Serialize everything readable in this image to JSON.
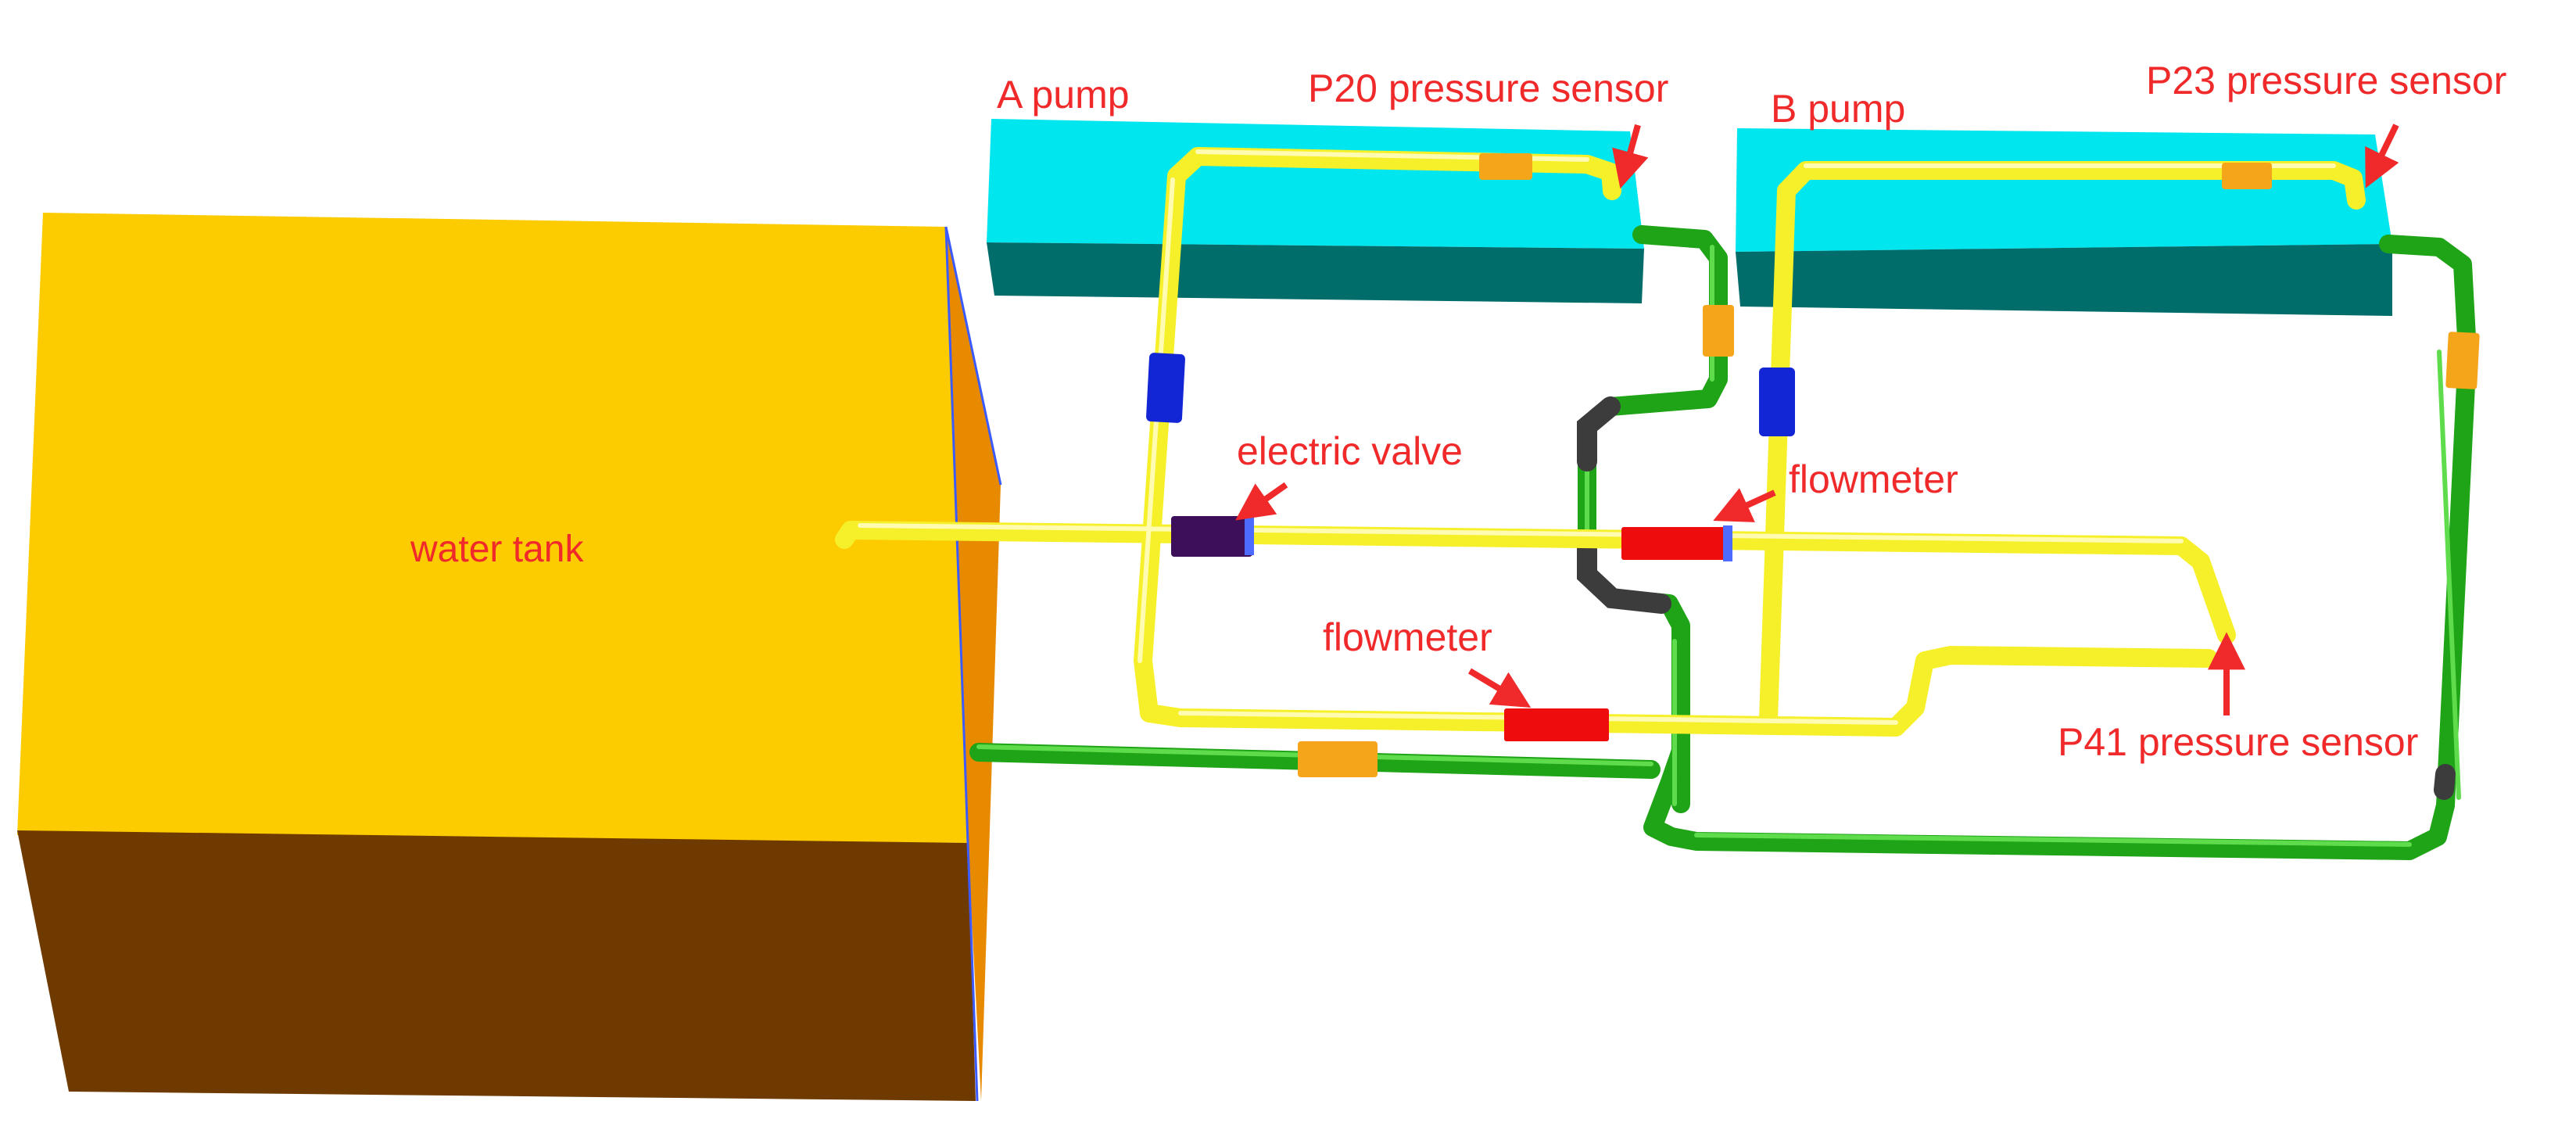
{
  "labels": {
    "water_tank": "water tank",
    "a_pump": "A pump",
    "b_pump": "B pump",
    "p20_sensor": "P20 pressure sensor",
    "p23_sensor": "P23 pressure sensor",
    "p41_sensor": "P41 pressure sensor",
    "electric_valve": "electric valve",
    "flowmeter_upper": "flowmeter",
    "flowmeter_lower": "flowmeter"
  },
  "colors": {
    "label": "#f02a2a",
    "tank_top": "#fccb00",
    "tank_front": "#6f3a00",
    "tank_side": "#e88a00",
    "pump_top": "#00e6ee",
    "pump_front": "#006d6b",
    "pipe_yellow": "#f6f02a",
    "pipe_green": "#1fa317",
    "flowmeter": "#ee0c0c",
    "valve": "#3d0f5a",
    "fitting_blue": "#1326d6",
    "fitting_orange": "#f5a51a",
    "elbow_dark": "#3c3c3c"
  }
}
